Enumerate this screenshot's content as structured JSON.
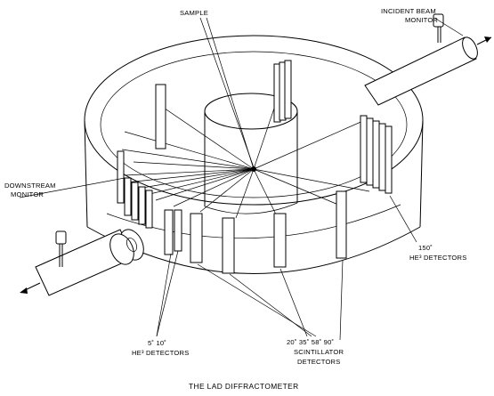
{
  "diagram": {
    "caption": "THE LAD DIFFRACTOMETER",
    "labels": {
      "sample": "SAMPLE",
      "incident_line1": "INCIDENT BEAM",
      "incident_line2": "MONITOR",
      "downstream_line1": "DOWNSTREAM",
      "downstream_line2": "MONITOR",
      "det150_line1": "150˚",
      "det150_line2": "He³ DETECTORS",
      "det510_line1": "5˚ 10˚",
      "det510_line2": "He³ DETECTORS",
      "scint_line1": "20˚ 35˚ 58˚ 90˚",
      "scint_line2": "SCINTILLATOR",
      "scint_line3": "DETECTORS"
    }
  }
}
